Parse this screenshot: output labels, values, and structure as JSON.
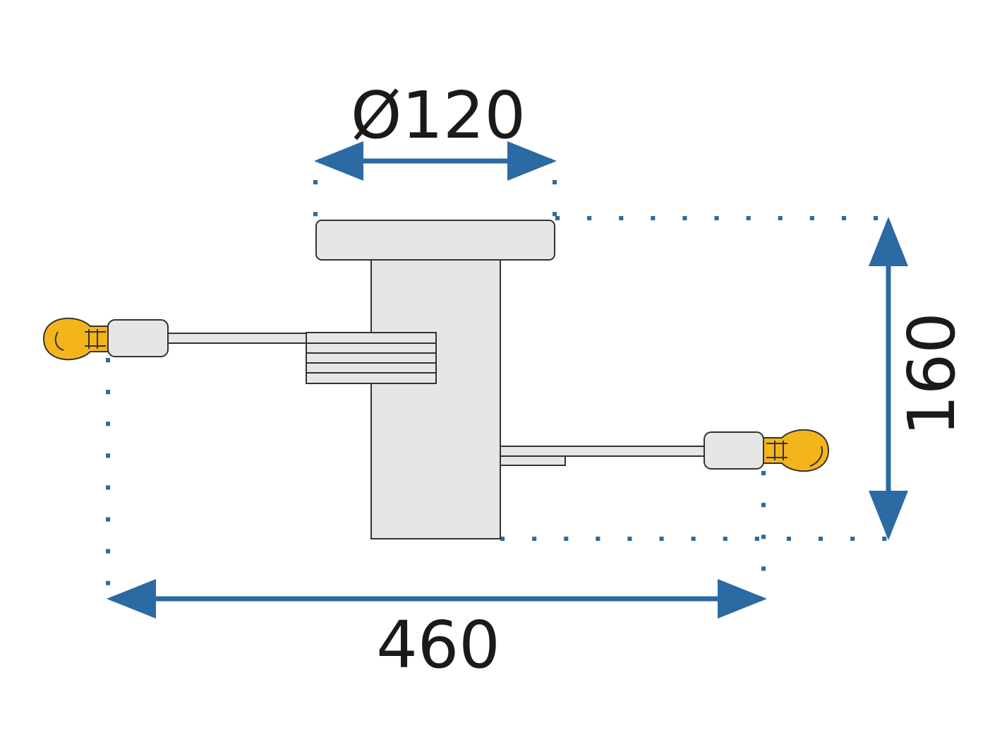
{
  "dimensions": {
    "diameter": "Ø120",
    "height": "160",
    "width": "460"
  },
  "colors": {
    "arrow": "#2b6aa3",
    "guide": "#2b6aa3",
    "body_fill": "#e6e6e6",
    "outline": "#333333",
    "bulb": "#f3b51b",
    "background": "#ffffff"
  }
}
